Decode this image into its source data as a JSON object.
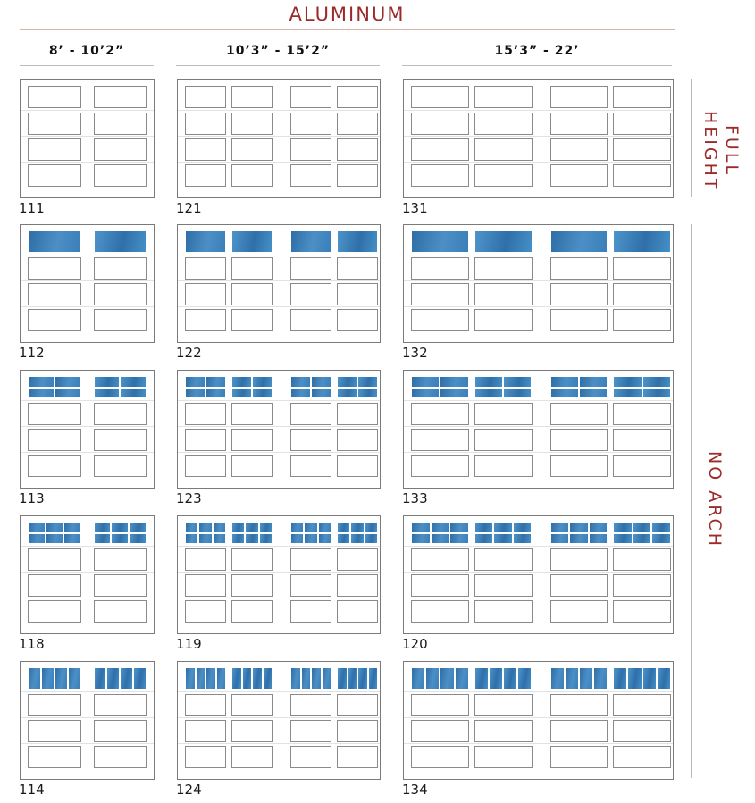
{
  "title": "ALUMINUM",
  "columns": [
    {
      "id": "c1",
      "label": "8’ - 10’2”"
    },
    {
      "id": "c2",
      "label": "10’3” - 15’2”"
    },
    {
      "id": "c3",
      "label": "15’3” - 22’"
    }
  ],
  "side_labels": {
    "full_height": "FULL\nHEIGHT",
    "no_arch": "NO ARCH"
  },
  "rows": [
    {
      "kind": "full",
      "models": [
        "111",
        "121",
        "131"
      ]
    },
    {
      "kind": "glass",
      "glass_rows": 1,
      "glass_cols": 1,
      "models": [
        "112",
        "122",
        "132"
      ]
    },
    {
      "kind": "glass",
      "glass_rows": 2,
      "glass_cols": 2,
      "models": [
        "113",
        "123",
        "133"
      ]
    },
    {
      "kind": "glass",
      "glass_rows": 2,
      "glass_cols": 3,
      "models": [
        "118",
        "119",
        "120"
      ]
    },
    {
      "kind": "glass",
      "glass_rows": 1,
      "glass_cols": 4,
      "models": [
        "114",
        "124",
        "134"
      ]
    }
  ],
  "colors": {
    "accent": "#9b2a2a",
    "glass": "#3a7fba"
  }
}
